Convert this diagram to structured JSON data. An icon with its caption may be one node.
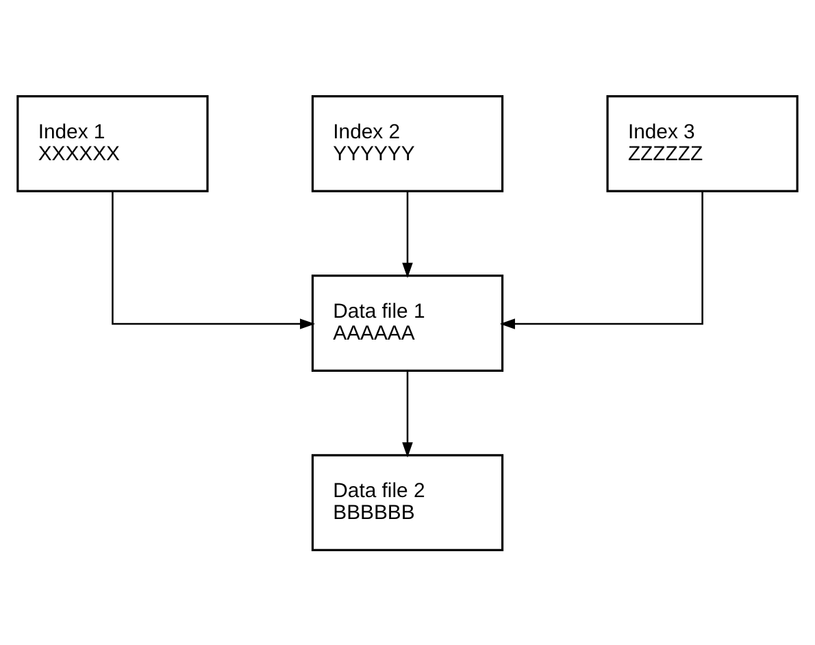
{
  "diagram": {
    "nodes": [
      {
        "text": [
          "Index 1",
          "XXXXXX"
        ]
      },
      {
        "text": [
          "Index 2",
          "YYYYYY"
        ]
      },
      {
        "text": [
          "Index 3",
          "ZZZZZZ"
        ]
      },
      {
        "text": [
          "Data file 1",
          "AAAAAA"
        ]
      },
      {
        "text": [
          "Data file 2",
          "BBBBBB"
        ]
      }
    ],
    "edges": [
      {
        "from": 0,
        "to": 3,
        "arrow": "to"
      },
      {
        "from": 1,
        "to": 3,
        "arrow": "to"
      },
      {
        "from": 2,
        "to": 3,
        "arrow": "to"
      },
      {
        "from": 3,
        "to": 4,
        "arrow": "to"
      }
    ]
  }
}
